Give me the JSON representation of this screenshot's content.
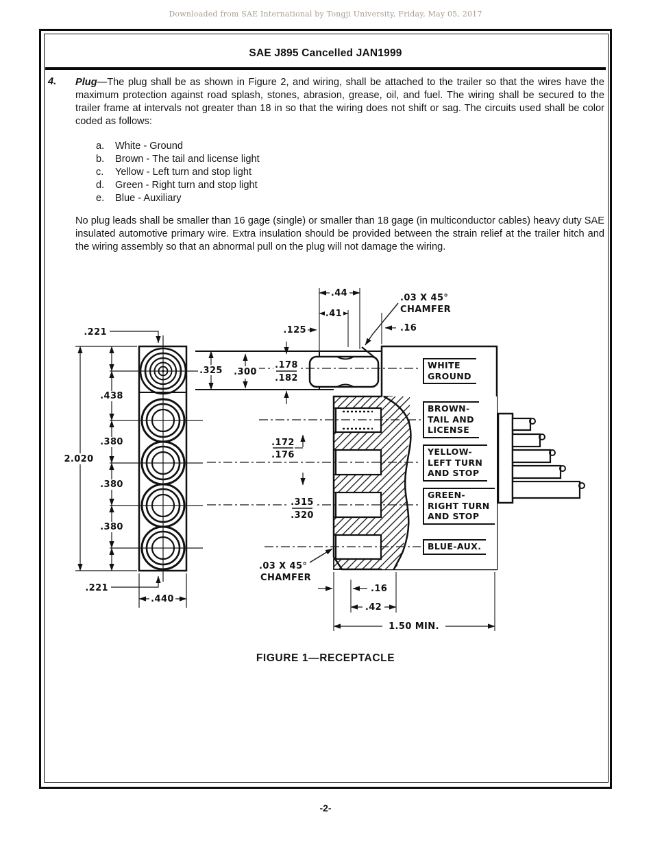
{
  "watermark": "Downloaded from SAE International by Tongji University, Friday, May 05, 2017",
  "header_title": "SAE J895 Cancelled JAN1999",
  "section": {
    "number": "4.",
    "term": "Plug",
    "intro": "—The plug shall be as shown in Figure 2, and wiring, shall be attached to the trailer so that the wires have the maximum protection against road splash, stones, abrasion, grease, oil, and fuel. The wiring shall be secured to the trailer frame at intervals not greater than 18 in so that the wiring does not shift or sag. The circuits used shall be color coded as follows:",
    "color_code_list": [
      {
        "letter": "a.",
        "text": "White - Ground"
      },
      {
        "letter": "b.",
        "text": "Brown - The tail and license light"
      },
      {
        "letter": "c.",
        "text": "Yellow - Left turn and stop light"
      },
      {
        "letter": "d.",
        "text": "Green - Right turn and stop light"
      },
      {
        "letter": "e.",
        "text": "Blue - Auxiliary"
      }
    ],
    "paragraph2": "No plug leads shall be smaller than 16 gage (single) or smaller than 18 gage (in multiconductor cables) heavy duty SAE insulated automotive primary wire. Extra insulation should be provided between the strain relief at the trailer hitch and the wiring assembly so that an abnormal pull on the plug will not damage the wiring."
  },
  "figure": {
    "caption": "FIGURE 1—RECEPTACLE",
    "front_view_dims": {
      "top_offset": ".221",
      "pitch_1": ".438",
      "pitch_2": ".380",
      "pitch_3": ".380",
      "pitch_4": ".380",
      "overall_height": "2.020",
      "bottom_offset": ".221",
      "width": ".440"
    },
    "section_dims": {
      "depth_outer": ".44",
      "depth_inner": ".41",
      "lip": ".125",
      "wall_top": ".16",
      "chamfer_note_line1": ".03 X 45°",
      "chamfer_note_line2": "CHAMFER",
      "boss_height": ".325",
      "bore_height": ".300",
      "pin_dia_upper": ".178",
      "pin_dia_lower": ".182",
      "slot_upper": ".172",
      "slot_lower": ".176",
      "cavity_upper": ".315",
      "cavity_lower": ".320",
      "chamfer2_line1": ".03 X 45°",
      "chamfer2_line2": "CHAMFER",
      "base_16": ".16",
      "base_42": ".42",
      "overall_depth": "1.50 MIN."
    },
    "terminal_labels": [
      {
        "lines": [
          "WHITE",
          "GROUND"
        ]
      },
      {
        "lines": [
          "BROWN-",
          "TAIL AND",
          "LICENSE"
        ]
      },
      {
        "lines": [
          "YELLOW-",
          "LEFT TURN",
          "AND STOP"
        ]
      },
      {
        "lines": [
          "GREEN-",
          "RIGHT TURN",
          "AND STOP"
        ]
      },
      {
        "lines": [
          "BLUE-AUX."
        ]
      }
    ]
  },
  "page_number": "-2-"
}
